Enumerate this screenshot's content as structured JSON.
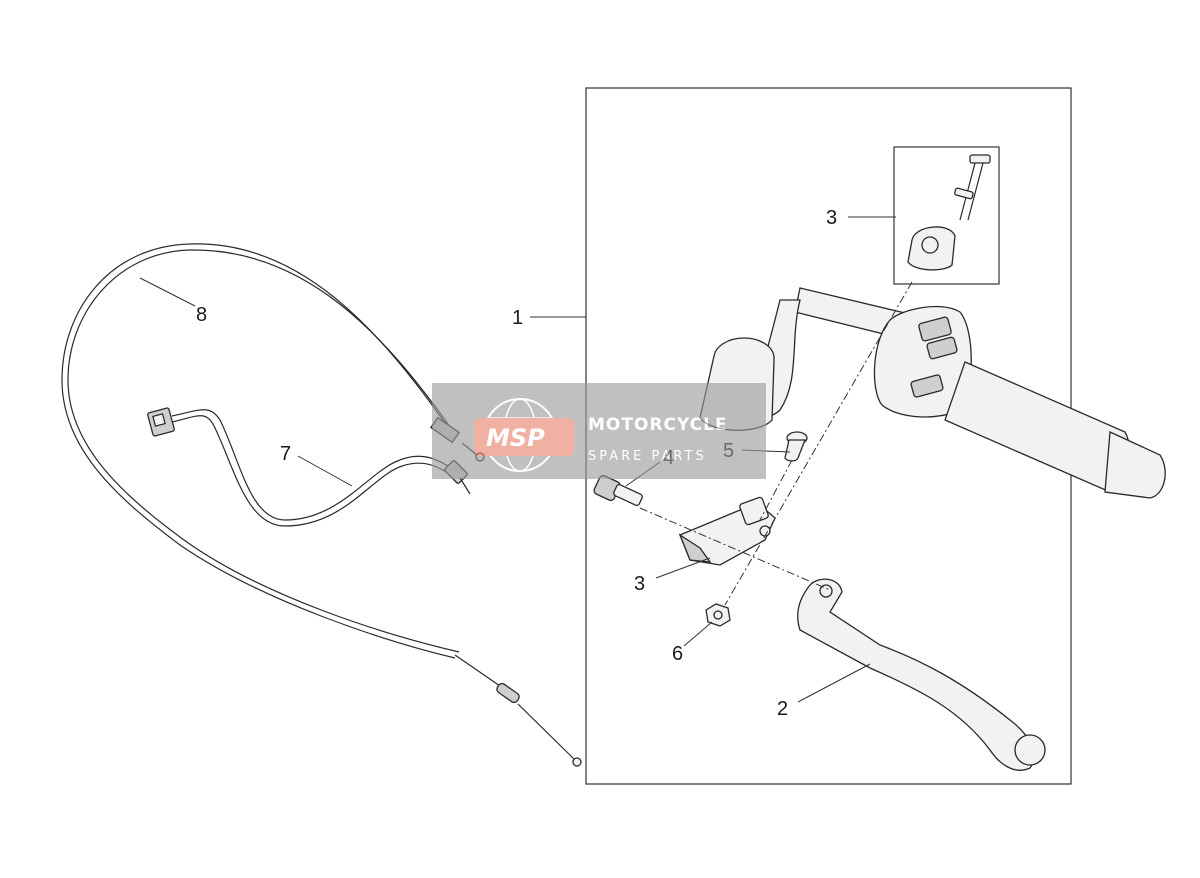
{
  "callouts": {
    "c1": "1",
    "c2": "2",
    "c3_top": "3",
    "c3_bottom": "3",
    "c4": "4",
    "c5": "5",
    "c6": "6",
    "c7": "7",
    "c8": "8"
  },
  "watermark": {
    "logo": "MSP",
    "title": "MOTORCYCLE",
    "subtitle": "SPARE PARTS"
  },
  "colors": {
    "line": "#2a2a2a",
    "watermark_bg": "#9a9a9a",
    "watermark_accent": "#e8826a"
  }
}
